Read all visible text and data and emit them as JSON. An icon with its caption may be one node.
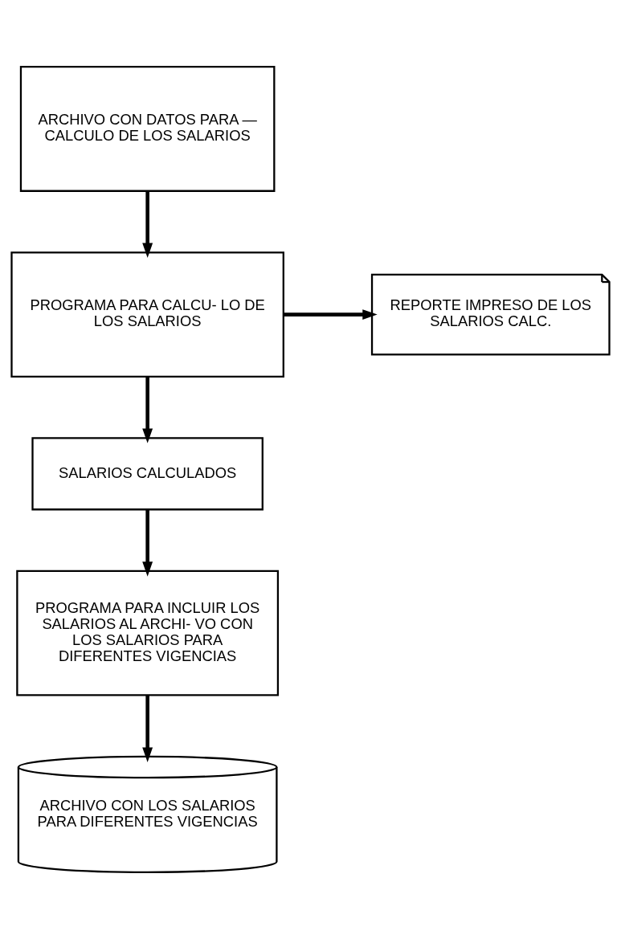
{
  "diagram": {
    "nodes": [
      {
        "text": [
          "ARCHIVO CON DATOS PARA — CALCULO DE LOS SALARIOS"
        ]
      },
      {
        "text": [
          "PROGRAMA PARA CALCU- LO DE LOS SALARIOS"
        ]
      },
      {
        "text": [
          "REPORTE IMPRESO DE LOS SALARIOS CALC."
        ]
      },
      {
        "text": [
          "SALARIOS CALCULADOS"
        ]
      },
      {
        "text": [
          "PROGRAMA PARA INCLUIR LOS SALARIOS AL ARCHI- VO CON LOS SALARIOS PARA DIFERENTES VIGENCIAS"
        ]
      },
      {
        "text": [
          "ARCHIVO CON LOS SALARIOS PARA DIFERENTES VIGENCIAS"
        ]
      }
    ],
    "edges": [
      {
        "from": 0,
        "to": 1,
        "arrow": "to"
      },
      {
        "from": 1,
        "to": 2,
        "arrow": "to"
      },
      {
        "from": 1,
        "to": 3,
        "arrow": "to"
      },
      {
        "from": 3,
        "to": 4,
        "arrow": "to"
      },
      {
        "from": 4,
        "to": 5,
        "arrow": "to"
      }
    ]
  }
}
